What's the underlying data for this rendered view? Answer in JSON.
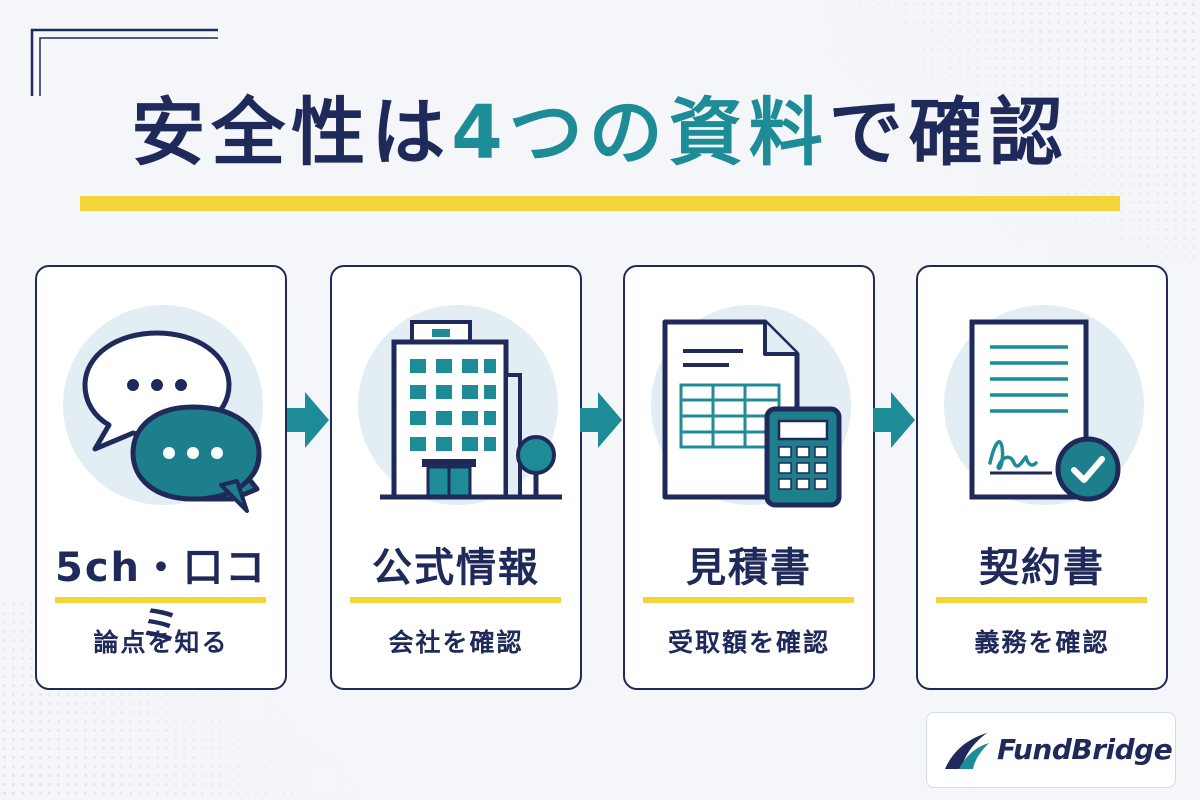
{
  "title": {
    "part1": "安全性は",
    "accent": "4つの資料",
    "part2": "で確認"
  },
  "cards": [
    {
      "title": "5ch・口コミ",
      "subtitle": "論点を知る",
      "icon": "chat-bubbles-icon"
    },
    {
      "title": "公式情報",
      "subtitle": "会社を確認",
      "icon": "office-building-icon"
    },
    {
      "title": "見積書",
      "subtitle": "受取額を確認",
      "icon": "estimate-calculator-icon"
    },
    {
      "title": "契約書",
      "subtitle": "義務を確認",
      "icon": "signed-contract-icon"
    }
  ],
  "logo": {
    "text": "FundBridge"
  },
  "colors": {
    "navy": "#1f2a5a",
    "teal": "#1e8c97",
    "yellow": "#f5d43a",
    "icon_bg": "#e3edf4",
    "background": "#f4f6f9"
  }
}
